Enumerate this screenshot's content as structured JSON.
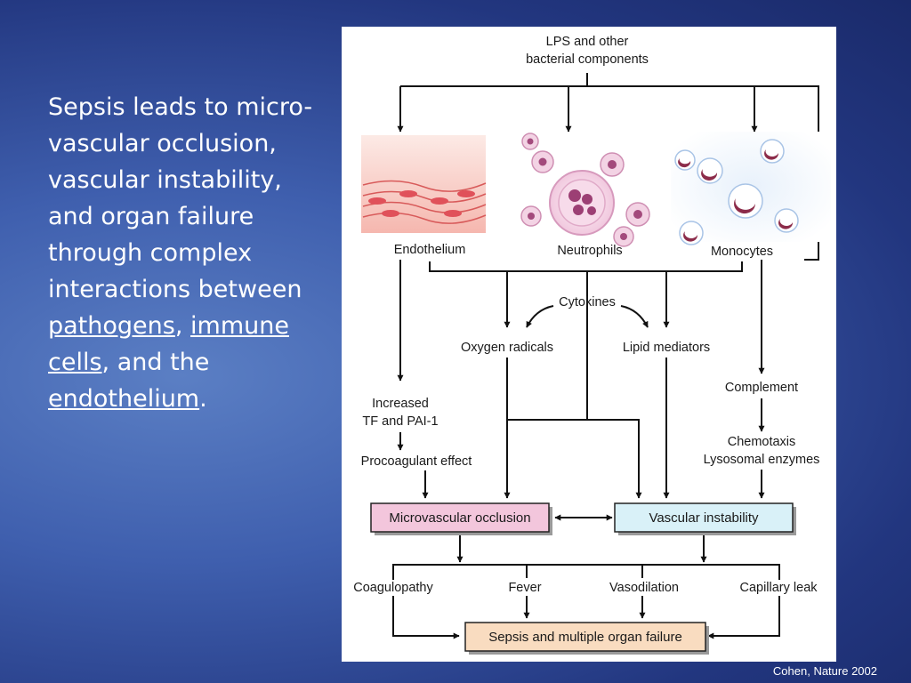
{
  "slide": {
    "text_before": "Sepsis leads to micro-vascular occlusion, vascular instability, and organ failure through complex interactions between ",
    "link_pathogens": "pathogens",
    "sep1": ", ",
    "link_immune_cells": "immune cells",
    "sep2": ", and the ",
    "link_endothelium": "endothelium",
    "text_end": "."
  },
  "diagram": {
    "source_line1": "LPS and other",
    "source_line2": "bacterial components",
    "endothelium": "Endothelium",
    "neutrophils": "Neutrophils",
    "monocytes": "Monocytes",
    "cytokines": "Cytokines",
    "oxygen_radicals": "Oxygen radicals",
    "lipid_mediators": "Lipid mediators",
    "increased_line1": "Increased",
    "increased_line2": "TF and PAI-1",
    "complement": "Complement",
    "procoagulant": "Procoagulant effect",
    "chemotaxis_line1": "Chemotaxis",
    "chemotaxis_line2": "Lysosomal enzymes",
    "microvascular_occlusion": "Microvascular occlusion",
    "vascular_instability": "Vascular instability",
    "coagulopathy": "Coagulopathy",
    "fever": "Fever",
    "vasodilation": "Vasodilation",
    "capillary_leak": "Capillary leak",
    "outcome": "Sepsis and multiple organ failure"
  },
  "citation": "Cohen, Nature 2002",
  "colors": {
    "microvascular_box": "#f3c6dc",
    "vascular_box": "#d9f1f8",
    "outcome_box": "#f9dcc0"
  }
}
